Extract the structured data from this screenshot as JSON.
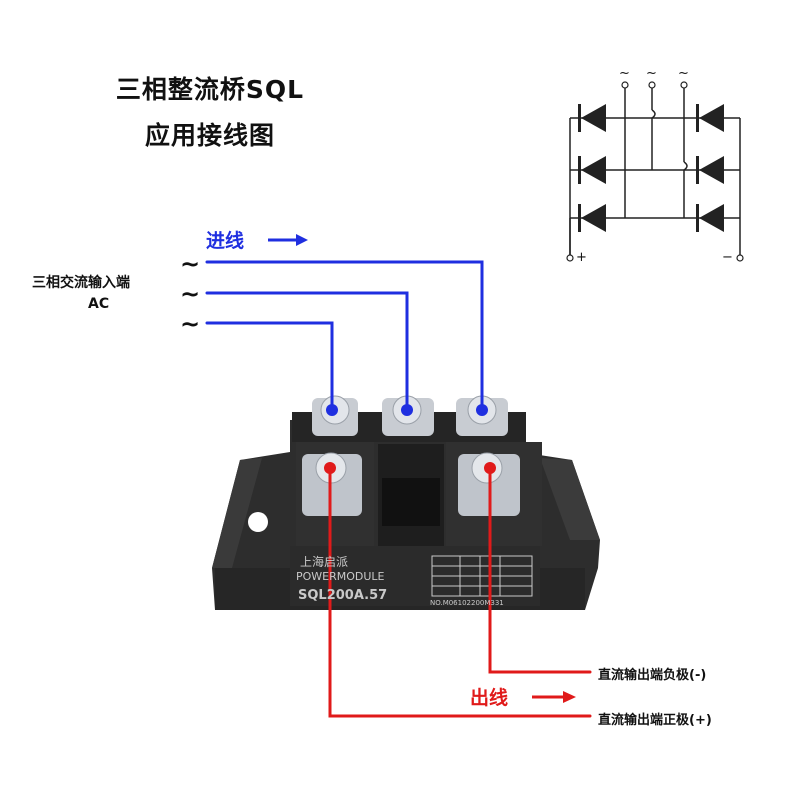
{
  "title": {
    "line1": "三相整流桥SQL",
    "line2": "应用接线图"
  },
  "input": {
    "arrow_label": "进线",
    "ac_label_line1": "三相交流输入端",
    "ac_label_line2": "AC",
    "tilde": "~"
  },
  "output": {
    "arrow_label": "出线",
    "negative_label": "直流输出端负极(-)",
    "positive_label": "直流输出端正极(+)"
  },
  "schematic": {
    "ac_mark": "~",
    "plus_mark": "+",
    "minus_mark": "−"
  },
  "module": {
    "brand": "上海启派",
    "line2": "POWERMODULE",
    "model": "SQL200A.57",
    "serial": "NO.M06102200M331"
  },
  "colors": {
    "input_wire": "#1f2fe0",
    "output_wire": "#e01a1a",
    "module_body": "#2b2b2b"
  }
}
